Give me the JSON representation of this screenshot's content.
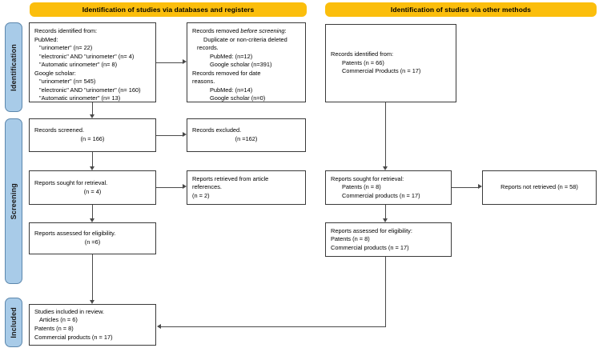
{
  "colors": {
    "header_bar": "#FBBE0C",
    "stage_tab": "#A8CBE8",
    "stage_tab_border": "#5C87AD",
    "box_border": "#3a3a3a",
    "connector": "#4a4a4a"
  },
  "headers": {
    "left": "Identification of studies via databases and registers",
    "right": "Identification of studies via other methods"
  },
  "stages": {
    "identification": "Identification",
    "screening": "Screening",
    "included": "Included"
  },
  "left_column": {
    "records_identified": {
      "title": "Records identified from:",
      "pubmed_label": "PubMed:",
      "pubmed_lines": [
        "\"urinometer\" (n= 22)",
        "\"electronic\" AND \"urinometer\" (n= 4)",
        "\"Automatic urinometer\" (n= 8)"
      ],
      "gscholar_label": "Google scholar:",
      "gscholar_lines": [
        "\"urinometer\" (n= 545)",
        "\"electronic\" AND \"urinometer\" (n= 160)",
        "\"Automatic urinometer\" (n= 13)"
      ]
    },
    "records_removed": {
      "title_plain": "Records removed ",
      "title_italic": "before screening",
      "title_tail": ":",
      "dup_line1": "Duplicate or non-criteria deleted",
      "dup_line2": "records.",
      "dup_pubmed": "PubMed: (n=12)",
      "dup_gscholar": "Google scholar (n=391)",
      "date_line1": "Records removed for date",
      "date_line2": "reasons.",
      "date_pubmed": "PubMed: (n=14)",
      "date_gscholar": "Google scholar (n=0)"
    },
    "records_screened": {
      "title": "Records screened.",
      "count": "(n = 166)"
    },
    "records_excluded": {
      "title": "Records excluded.",
      "count": "(n =162)"
    },
    "reports_sought": {
      "title": "Reports sought for retrieval.",
      "count": "(n = 4)"
    },
    "reports_retrieved": {
      "line1": "Reports retrieved from article",
      "line2": "references.",
      "count": "(n = 2)"
    },
    "reports_assessed": {
      "title": "Reports assessed for eligibility.",
      "count": "(n =6)"
    },
    "studies_included": {
      "title": "Studies included in review.",
      "articles": "Articles (n = 6)",
      "patents": "Patents (n = 8)",
      "commercial": "Commercial products (n = 17)"
    }
  },
  "right_column": {
    "records_identified": {
      "title": "Records identified from:",
      "patents": "Patents (n = 66)",
      "commercial": "Commercial Products (n = 17)"
    },
    "reports_sought": {
      "title": "Reports sought for retrieval:",
      "patents": "Patents (n = 8)",
      "commercial": "Commercial products (n = 17)"
    },
    "reports_not_retrieved": {
      "title": "Reports not retrieved (n = 58)"
    },
    "reports_assessed": {
      "title": "Reports assessed for eligibility:",
      "patents": "Patents (n = 8)",
      "commercial": "Commercial products (n = 17)"
    }
  }
}
